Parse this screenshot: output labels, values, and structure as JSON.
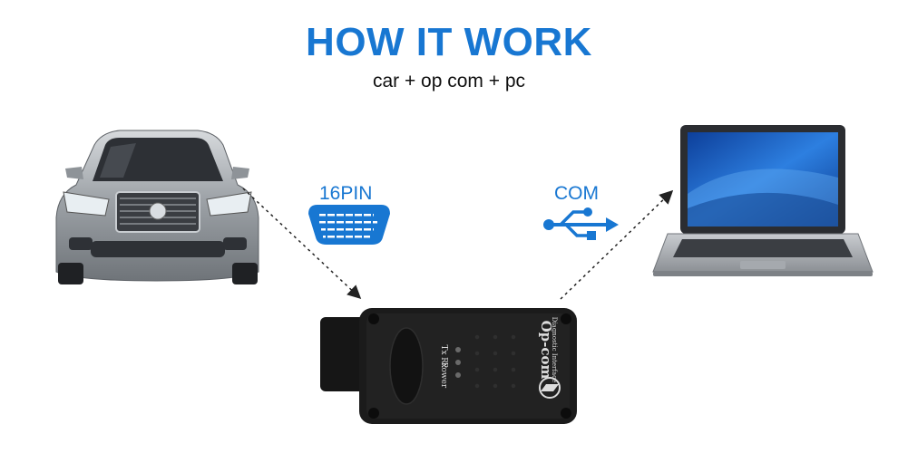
{
  "title": "HOW IT WORK",
  "subtitle": "car + op com + pc",
  "connector_label": "16PIN",
  "port_label": "COM",
  "device": {
    "brand": "Op-com",
    "subtitle": "Diagnostic Interface",
    "led_labels": [
      "Tx",
      "Rx",
      "Power"
    ]
  },
  "colors": {
    "accent": "#1877d2",
    "car": "#a8adb2",
    "device": "#1b1b1b",
    "laptop_screen": "#1e63c8"
  },
  "icons": [
    "car-image",
    "obd-connector-icon",
    "usb-icon",
    "laptop-image",
    "opcom-device-image"
  ]
}
